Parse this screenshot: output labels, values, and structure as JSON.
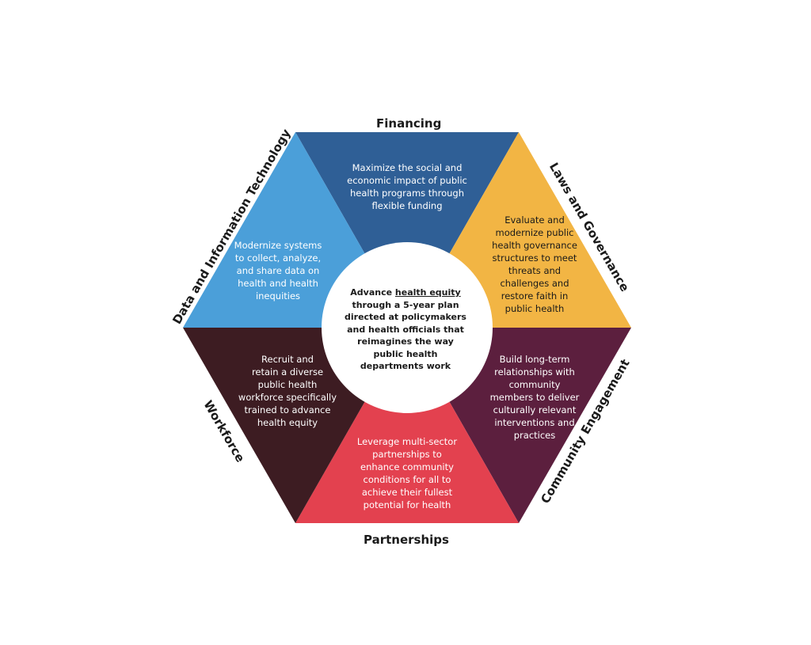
{
  "colors": {
    "financing": "#2f5f96",
    "laws": "#f2b544",
    "community": "#5c1f3e",
    "partnerships": "#e3414f",
    "workforce": "#3d1c22",
    "data": "#4b9fd9",
    "center": "#ffffff"
  },
  "labels": {
    "financing": "Financing",
    "laws": "Laws and Governance",
    "community": "Community Engagement",
    "partnerships": "Partnerships",
    "workforce": "Workforce",
    "data": "Data and Information Technology"
  },
  "segments": {
    "financing": [
      "Maximize the social and",
      "economic impact of public",
      "health programs through",
      "flexible funding"
    ],
    "laws": [
      "Evaluate and",
      "modernize public",
      "health governance",
      "structures to meet",
      "threats and",
      "challenges and",
      "restore faith in",
      "public health"
    ],
    "community": [
      "Build long-term",
      "relationships with",
      "community",
      "members to deliver",
      "culturally relevant",
      "interventions and",
      "practices"
    ],
    "partnerships": [
      "Leverage multi-sector",
      "partnerships to",
      "enhance community",
      "conditions for all to",
      "achieve their fullest",
      "potential for health"
    ],
    "workforce": [
      "Recruit and",
      "retain a diverse",
      "public health",
      "workforce specifically",
      "trained to advance",
      "health equity"
    ],
    "data": [
      "Modernize systems",
      "to collect, analyze,",
      "and share data on",
      "health and health",
      "inequities"
    ]
  },
  "center": {
    "prefix": "Advance ",
    "emphasis": "health equity",
    "lines": [
      "through a 5-year plan",
      "directed at policymakers",
      "and health officials that",
      "reimagines the way",
      "public health",
      "departments work"
    ]
  }
}
